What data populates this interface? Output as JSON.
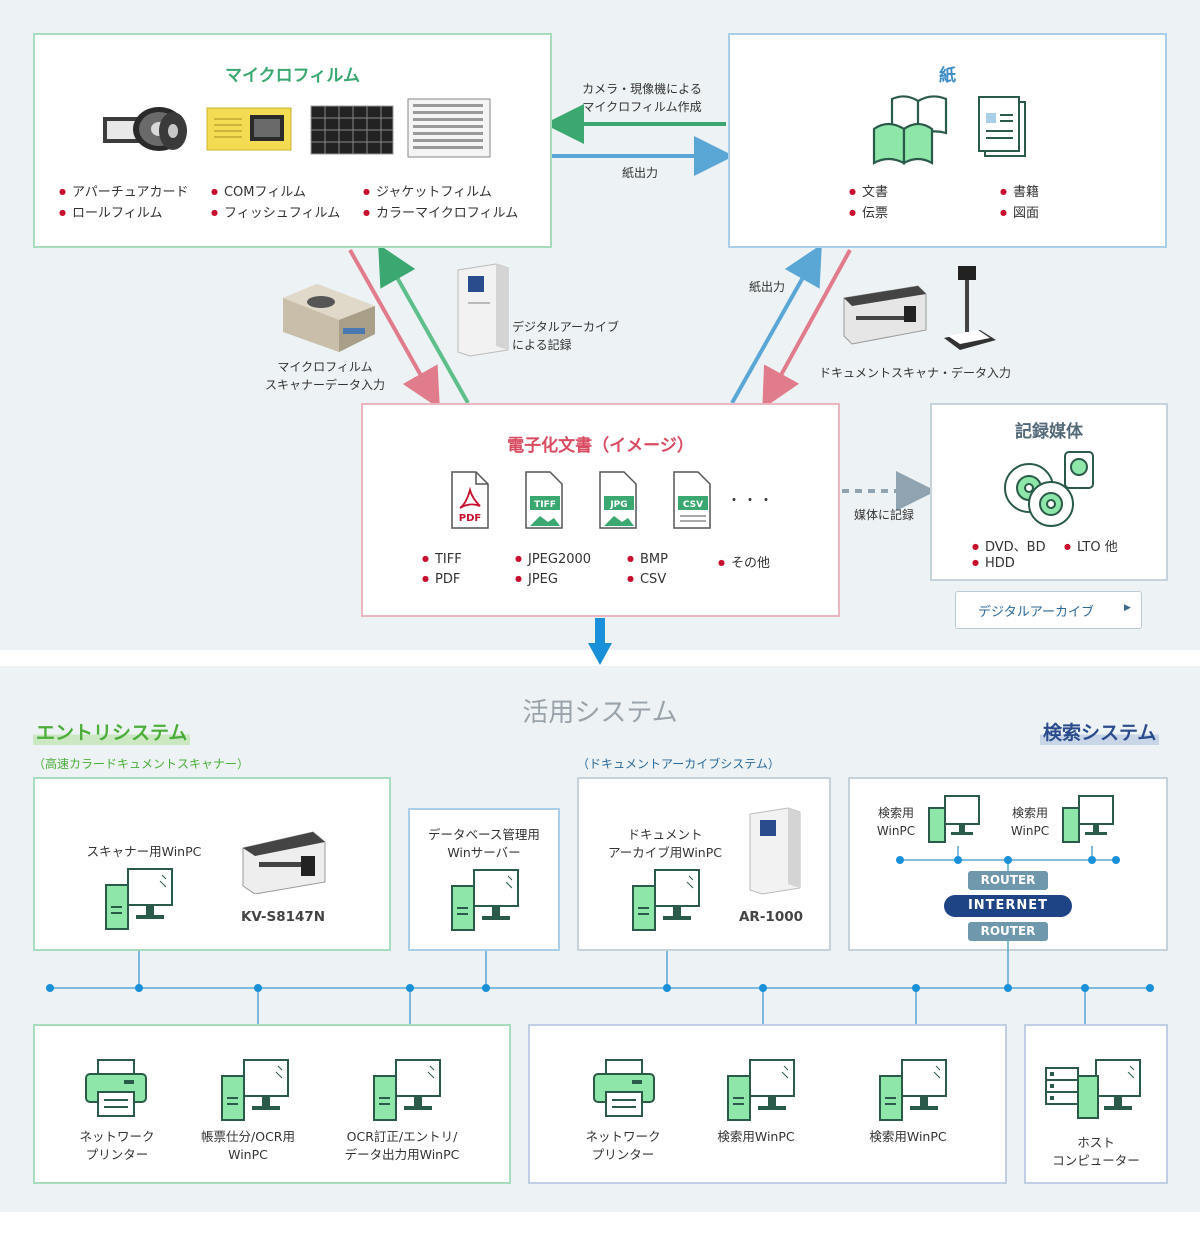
{
  "microfilm": {
    "title": "マイクロフィルム",
    "items": [
      "アパーチュアカード",
      "ロールフィルム",
      "COMフィルム",
      "フィッシュフィルム",
      "ジャケットフィルム",
      "カラーマイクロフィルム"
    ]
  },
  "paper": {
    "title": "紙",
    "items": [
      "文書",
      "伝票",
      "書籍",
      "図面"
    ]
  },
  "arrows": {
    "camera_label_1": "カメラ・現像機による",
    "camera_label_2": "マイクロフィルム作成",
    "paper_output_1": "紙出力",
    "paper_output_2": "紙出力",
    "media_record": "媒体に記録"
  },
  "devices": {
    "mf_scanner_1": "マイクロフィルム",
    "mf_scanner_2": "スキャナーデータ入力",
    "digital_archive_1": "デジタルアーカイブ",
    "digital_archive_2": "による記録",
    "doc_scanner": "ドキュメントスキャナ・データ入力"
  },
  "edoc": {
    "title": "電子化文書（イメージ）",
    "icons": [
      "PDF",
      "TIFF",
      "JPG",
      "CSV"
    ],
    "ellipsis": "・・・",
    "items": [
      "TIFF",
      "PDF",
      "JPEG2000",
      "JPEG",
      "BMP",
      "CSV",
      "その他"
    ]
  },
  "media": {
    "title": "記録媒体",
    "items": [
      "DVD、BD",
      "HDD",
      "LTO 他"
    ],
    "button": "デジタルアーカイブ"
  },
  "system": {
    "heading": "活用システム",
    "entry_title": "エントリシステム",
    "entry_sub": "（高速カラードキュメントスキャナー）",
    "archive_sub": "（ドキュメントアーカイブシステム）",
    "search_title": "検索システム",
    "scanner_pc": "スキャナー用WinPC",
    "scanner_model": "KV-S8147N",
    "db_server_1": "データベース管理用",
    "db_server_2": "Winサーバー",
    "archive_pc_1": "ドキュメント",
    "archive_pc_2": "アーカイブ用WinPC",
    "archive_model": "AR-1000",
    "search_pc_a_1": "検索用",
    "search_pc_a_2": "WinPC",
    "search_pc_b_1": "検索用",
    "search_pc_b_2": "WinPC",
    "router_1": "ROUTER",
    "internet": "INTERNET",
    "router_2": "ROUTER",
    "printer_1a": "ネットワーク",
    "printer_1b": "プリンター",
    "ocr_pc_1": "帳票仕分/OCR用",
    "ocr_pc_2": "WinPC",
    "ocr_fix_1": "OCR訂正/エントリ/",
    "ocr_fix_2": "データ出力用WinPC",
    "printer_2a": "ネットワーク",
    "printer_2b": "プリンター",
    "search_pc_c": "検索用WinPC",
    "search_pc_d": "検索用WinPC",
    "host_1": "ホスト",
    "host_2": "コンピューター"
  },
  "colors": {
    "green": "#3aa870",
    "blue": "#3b8bc4",
    "pink": "#e07c8c",
    "red": "#d94b60",
    "navy": "#2b4c8c",
    "cyan": "#1a90d8",
    "entry_green": "#4cae3a",
    "pc_green": "#8ee6a8"
  }
}
